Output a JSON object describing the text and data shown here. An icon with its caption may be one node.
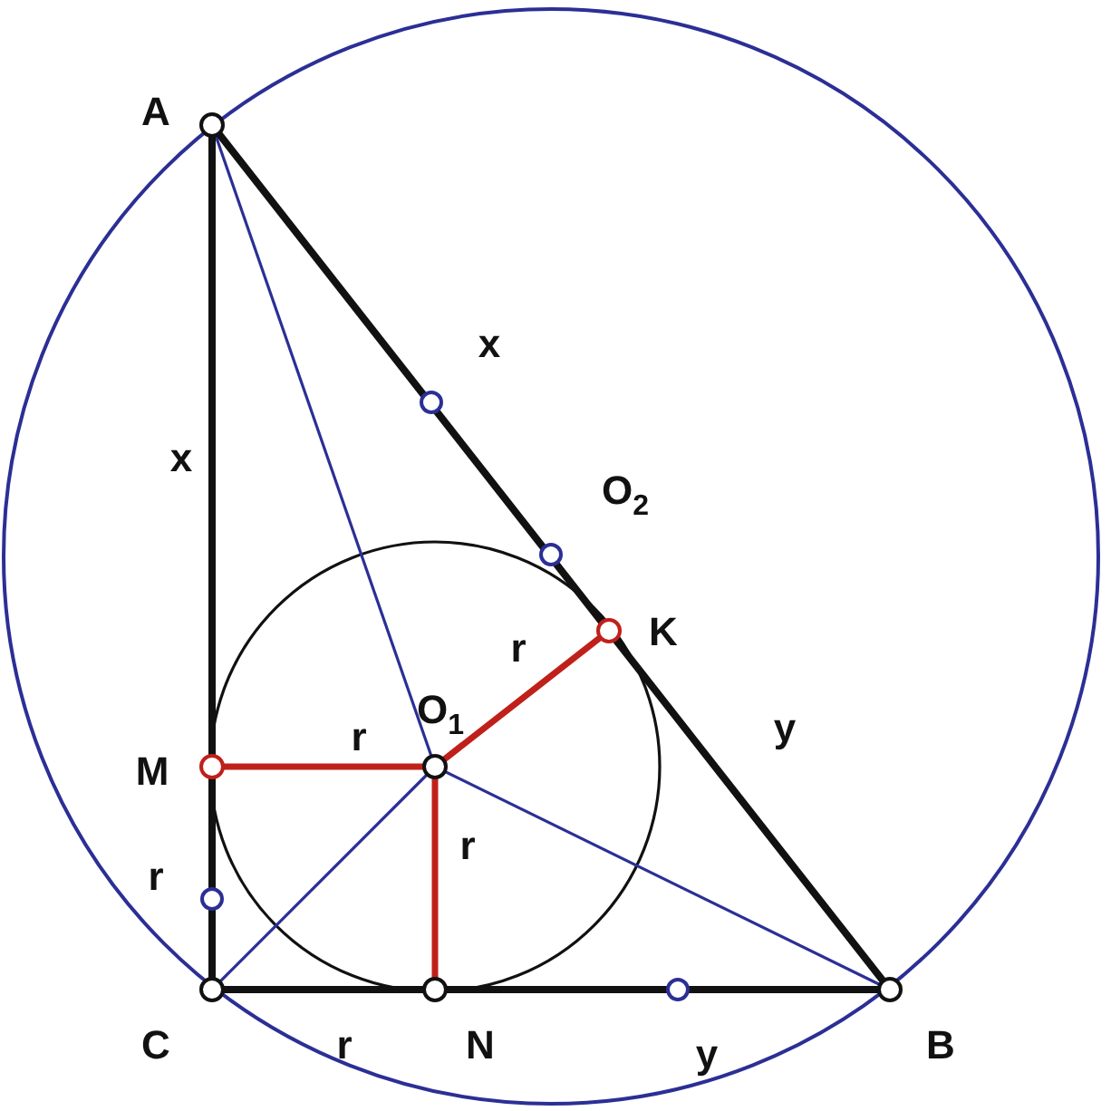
{
  "diagram": {
    "labels": [
      "A",
      "x",
      "x",
      "O$_{2}$",
      "K",
      "r",
      "O$_{1}$",
      "y",
      "M",
      "r",
      "r",
      "r",
      "C",
      "r",
      "N",
      "y",
      "B"
    ]
  }
}
